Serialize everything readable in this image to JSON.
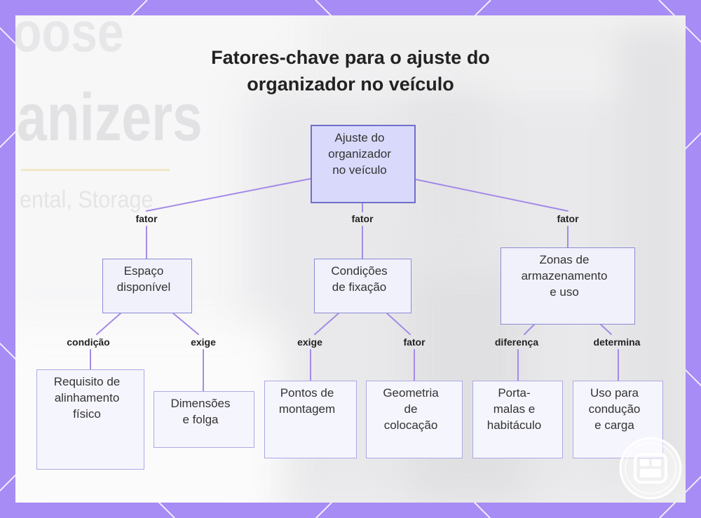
{
  "title": {
    "lines": [
      "Fatores-chave para o ajuste do",
      "organizador no veículo"
    ]
  },
  "background_photo_text": [
    "oose",
    "anizers",
    "ental, Storage"
  ],
  "colors": {
    "frame": "#a68cf4",
    "edge": "#a48ae6",
    "root_fill": "#d9d9fb",
    "root_border": "#6f6fc9",
    "node_fill": "#f1f1fb",
    "node_border": "#8b8bd6",
    "leaf_fill": "#f5f5fd",
    "leaf_border": "#aaaae5",
    "text": "#333333",
    "title": "#222222"
  },
  "root": {
    "lines": [
      "Ajuste do",
      "organizador",
      "no veículo"
    ]
  },
  "branches": [
    {
      "edge_label": "fator",
      "lines": [
        "Espaço",
        "disponível"
      ],
      "children": [
        {
          "edge_label": "condição",
          "lines": [
            "Requisito de",
            "alinhamento",
            "físico"
          ]
        },
        {
          "edge_label": "exige",
          "lines": [
            "Dimensões",
            "e folga"
          ]
        }
      ]
    },
    {
      "edge_label": "fator",
      "lines": [
        "Condições",
        "de fixação"
      ],
      "children": [
        {
          "edge_label": "exige",
          "lines": [
            "Pontos de",
            "montagem"
          ]
        },
        {
          "edge_label": "fator",
          "lines": [
            "Geometria",
            "de",
            "colocação"
          ]
        }
      ]
    },
    {
      "edge_label": "fator",
      "lines": [
        "Zonas de",
        "armazenamento",
        "e uso"
      ],
      "children": [
        {
          "edge_label": "diferença",
          "lines": [
            "Porta-",
            "malas e",
            "habitáculo"
          ]
        },
        {
          "edge_label": "determina",
          "lines": [
            "Uso para",
            "condução",
            "e carga"
          ]
        }
      ]
    }
  ],
  "logo": {
    "icon": "organizer-box-icon"
  }
}
